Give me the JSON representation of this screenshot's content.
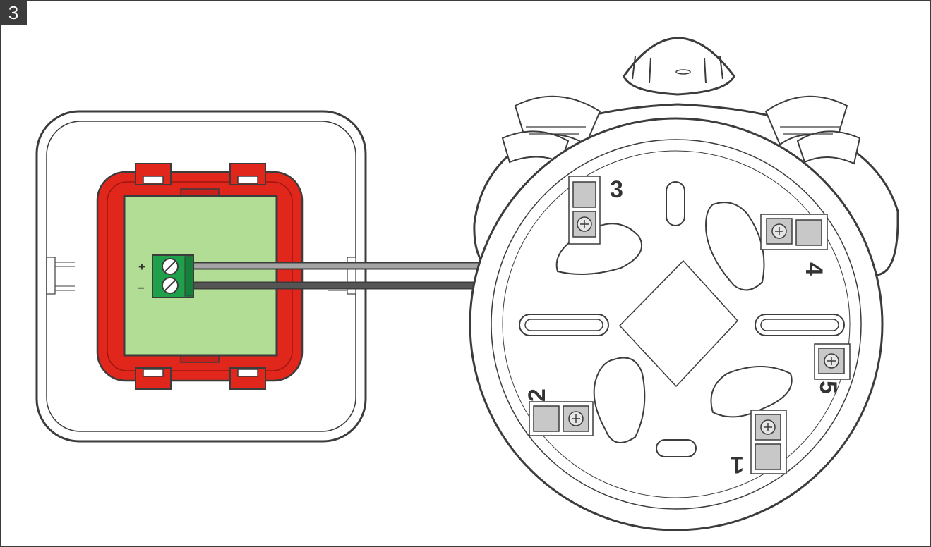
{
  "figure": {
    "step_number": "3"
  },
  "module": {
    "plus_label": "+",
    "minus_label": "–"
  },
  "base_terminals": [
    {
      "id": "3",
      "label": "3"
    },
    {
      "id": "4",
      "label": "4"
    },
    {
      "id": "5",
      "label": "5"
    },
    {
      "id": "2",
      "label": "2"
    },
    {
      "id": "1",
      "label": "1"
    }
  ],
  "colors": {
    "housing_red": "#e1261c",
    "pcb_green": "#b2dd94",
    "connector_green": "#1ea14a",
    "wire_light": "#a4a4a4",
    "wire_dark": "#555555",
    "terminal_grey": "#c8c8c8"
  }
}
